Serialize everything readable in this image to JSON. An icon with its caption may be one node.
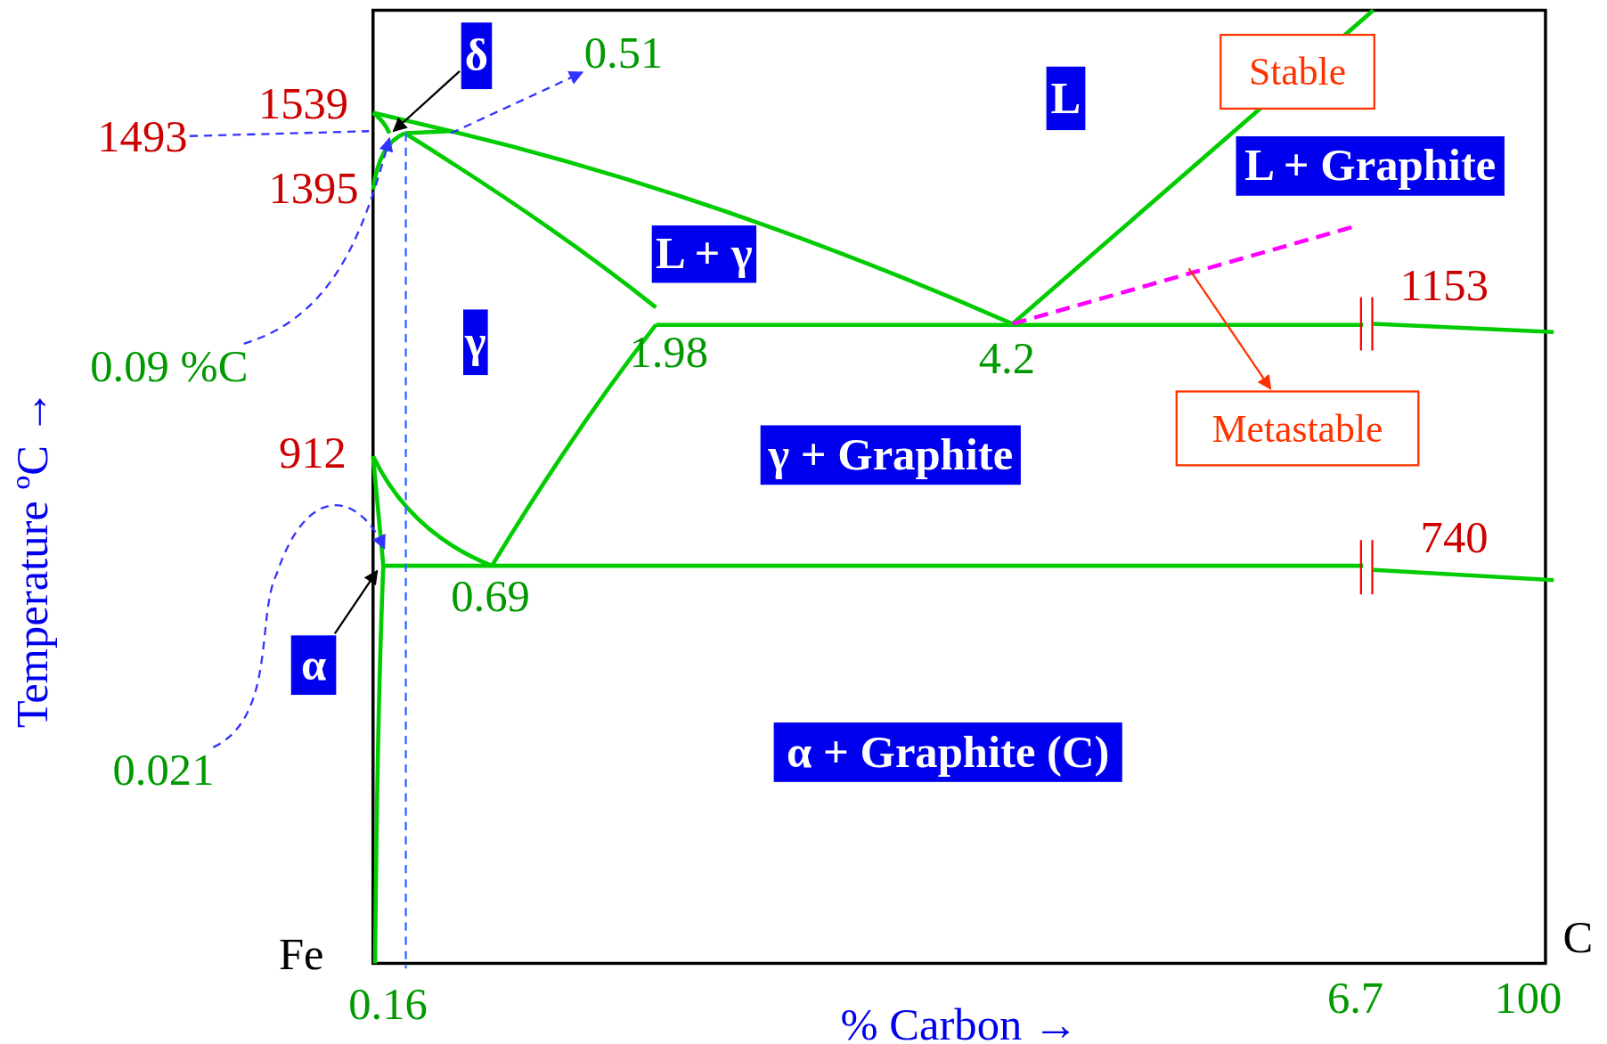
{
  "diagram": {
    "nodes": [
      {
        "text": [
          "δ"
        ]
      },
      {
        "text": [
          "L"
        ]
      },
      {
        "text": [
          "L + Graphite"
        ]
      },
      {
        "text": [
          "L + γ"
        ]
      },
      {
        "text": [
          "γ"
        ]
      },
      {
        "text": [
          "γ + Graphite"
        ]
      },
      {
        "text": [
          "α"
        ]
      },
      {
        "text": [
          "α + Graphite (C)"
        ]
      },
      {
        "text": [
          "Stable"
        ]
      },
      {
        "text": [
          "Metastable"
        ]
      },
      {
        "text": [
          "1493"
        ]
      },
      {
        "text": [
          "0.09 %C"
        ]
      },
      {
        "text": [
          "0.021"
        ]
      },
      {
        "text": [
          "0.51"
        ]
      }
    ],
    "edges": [
      {
        "from": 0,
        "to": null,
        "arrow": "to",
        "color": "#000000"
      },
      {
        "from": 6,
        "to": null,
        "arrow": "to",
        "color": "#000000"
      },
      {
        "from": 10,
        "to": null,
        "arrow": "none",
        "style": "dashed",
        "color": "#3333ff"
      },
      {
        "from": 11,
        "to": null,
        "arrow": "to",
        "style": "dashed",
        "color": "#3333ff"
      },
      {
        "from": 12,
        "to": null,
        "arrow": "to",
        "style": "dashed",
        "color": "#3333ff"
      },
      {
        "from": null,
        "to": 13,
        "arrow": "to",
        "style": "dashed",
        "color": "#3333ff"
      },
      {
        "from": null,
        "to": 9,
        "arrow": "to",
        "color": "#ff3300"
      }
    ],
    "labels": [
      "1539",
      "1395",
      "1153",
      "1.98",
      "4.2",
      "Temperature ºC →",
      "912",
      "740",
      "0.69",
      "Fe",
      "C",
      "0.16",
      "6.7",
      "100",
      "% Carbon →"
    ]
  }
}
